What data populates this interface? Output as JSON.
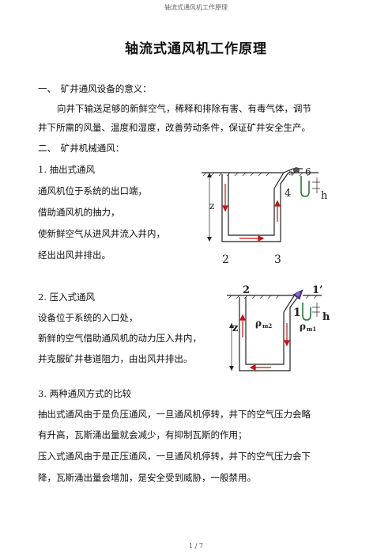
{
  "header": "轴流式通风机工作原理",
  "title": "轴流式通风机工作原理",
  "section1": {
    "heading": "一、　矿井通风设备的意义：",
    "para_line1": "向井下输送足够的新鲜空气，稀释和排除有害、有毒气体，调节",
    "para_line2": "井下所需的风量、温度和湿度，改善劳动条件，保证矿井安全生产。"
  },
  "section2": {
    "heading": "二、　矿井机械通风：",
    "exhaust": {
      "heading": "1. 抽出式通风",
      "lines": [
        "通风机位于系统的出口端，",
        "借助通风机的抽力，",
        "使新鲜空气从进风井流入井内，",
        "经出出风井排出。"
      ],
      "diagram_labels": {
        "z": "z",
        "n2": "2",
        "n3": "3",
        "n4": "4",
        "n5": "5",
        "n6": "6",
        "h": "h"
      }
    },
    "forced": {
      "heading": "2. 压入式通风",
      "lines": [
        "设备位于系统的入口处，",
        "新鲜的空气借助通风机的动力压入井内，",
        "并克服矿井巷道阻力，由出风井排出。"
      ],
      "diagram_labels": {
        "z": "z",
        "n2": "2",
        "n1p": "1’",
        "n1": "1",
        "rho_m2": "ρ",
        "rho_m2_sub": "m2",
        "rho_m1": "ρ",
        "rho_m1_sub": "m1",
        "h": "h"
      }
    },
    "compare": {
      "heading": "3. 两种通风方式的比较",
      "line1": "抽出式通风由于是负压通风，一旦通风机停转，井下的空气压力会略",
      "line2": "有升高，瓦斯涌出量就会减少，有抑制瓦斯的作用；",
      "line3": "压入式通风由于是正压通风，一旦通风机停转，井下的空气压力会下",
      "line4": "降，瓦斯涌出量会增加，是安全受到威胁，一般禁用。"
    }
  },
  "footer": "1 / 7",
  "colors": {
    "arrow": "#cc1111",
    "ground": "#222222",
    "manometer": "#2a7a3a",
    "fan": "#5533aa"
  }
}
